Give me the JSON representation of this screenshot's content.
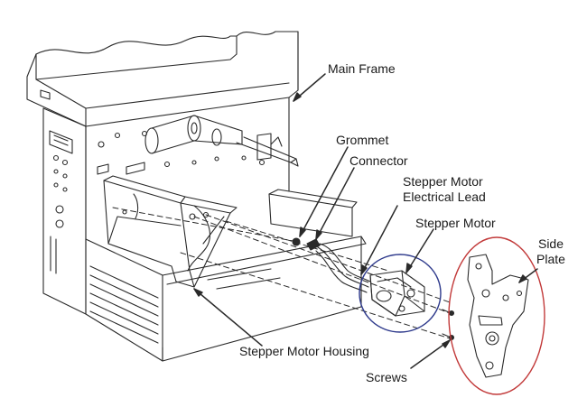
{
  "labels": {
    "main_frame": "Main Frame",
    "grommet": "Grommet",
    "connector": "Connector",
    "lead_line1": "Stepper Motor",
    "lead_line2": "Electrical Lead",
    "stepper_motor": "Stepper Motor",
    "side_line1": "Side",
    "side_line2": "Plate",
    "housing": "Stepper Motor Housing",
    "screws": "Screws"
  },
  "colors": {
    "line": "#2a2a2a",
    "motor_circle": "#2e3a8c",
    "plate_circle": "#c23a3a"
  }
}
